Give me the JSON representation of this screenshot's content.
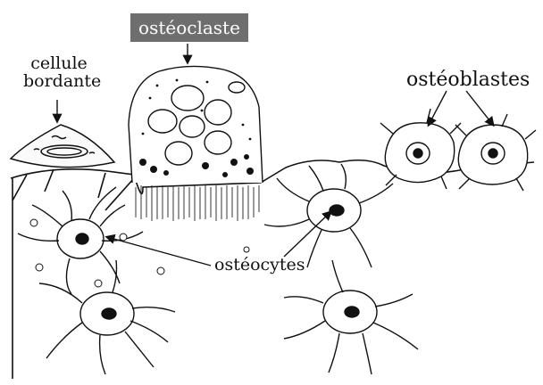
{
  "labels": {
    "osteoclaste": "ostéoclaste",
    "cellule_bordante_line1": "cellule",
    "cellule_bordante_line2": "bordante",
    "osteoblastes": "ostéoblastes",
    "osteocytes": "ostéocytes"
  },
  "colors": {
    "ink": "#111111",
    "osteoclaste_label_bg": "#6e6e6e",
    "label_text_on_dark": "#ffffff",
    "background": "#ffffff"
  }
}
